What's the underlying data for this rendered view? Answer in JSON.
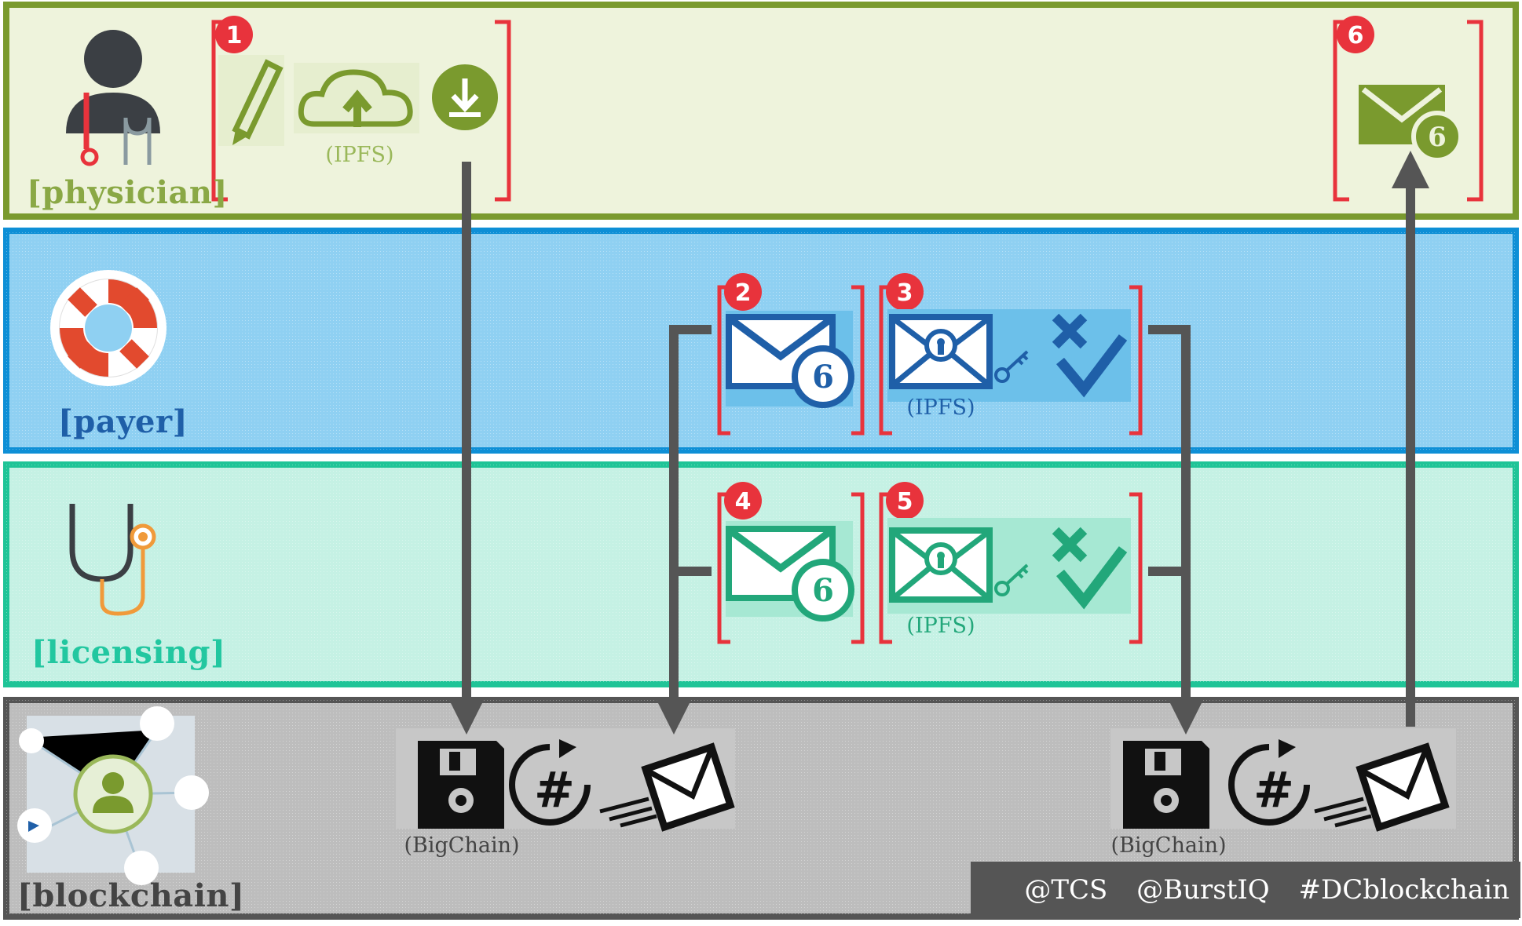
{
  "lanes": {
    "physician": {
      "label": "[physician]",
      "color": "#7a9a2e",
      "bg": "#eef3dc"
    },
    "payer": {
      "label": "[payer]",
      "color": "#0e8fd6",
      "bg": "#8fd0f2"
    },
    "licensing": {
      "label": "[licensing]",
      "color": "#1fc497",
      "bg": "#c5f1e4"
    },
    "blockchain": {
      "label": "[blockchain]",
      "color": "#555555",
      "bg": "#bdbdbd"
    }
  },
  "steps": {
    "s1": "1",
    "s2": "2",
    "s3": "3",
    "s4": "4",
    "s5": "5",
    "s6": "6"
  },
  "captions": {
    "physician_ipfs": "(IPFS)",
    "payer_ipfs": "(IPFS)",
    "licensing_ipfs": "(IPFS)",
    "bigchain_left": "(BigChain)",
    "bigchain_right": "(BigChain)"
  },
  "envelope_counts": {
    "payer": "6",
    "licensing": "6",
    "physician": "6"
  },
  "footer": {
    "tag1": "@TCS",
    "tag2": "@BurstIQ",
    "tag3": "#DCblockchain"
  },
  "icons": [
    "physician-icon",
    "pencil-icon",
    "cloud-upload-icon",
    "download-icon",
    "lifebuoy-icon",
    "envelope-count-icon",
    "locked-envelope-icon",
    "key-icon",
    "approve-reject-icon",
    "stethoscope-icon",
    "network-user-icon",
    "floppy-disk-icon",
    "hash-refresh-icon",
    "send-envelope-icon"
  ],
  "colors": {
    "bracket": "#e8333c",
    "badge": "#e8333c",
    "arrow": "#555555",
    "payer_icon": "#1f5fa8",
    "licensing_icon": "#22a77a",
    "physician_icon": "#7a9a2e"
  }
}
